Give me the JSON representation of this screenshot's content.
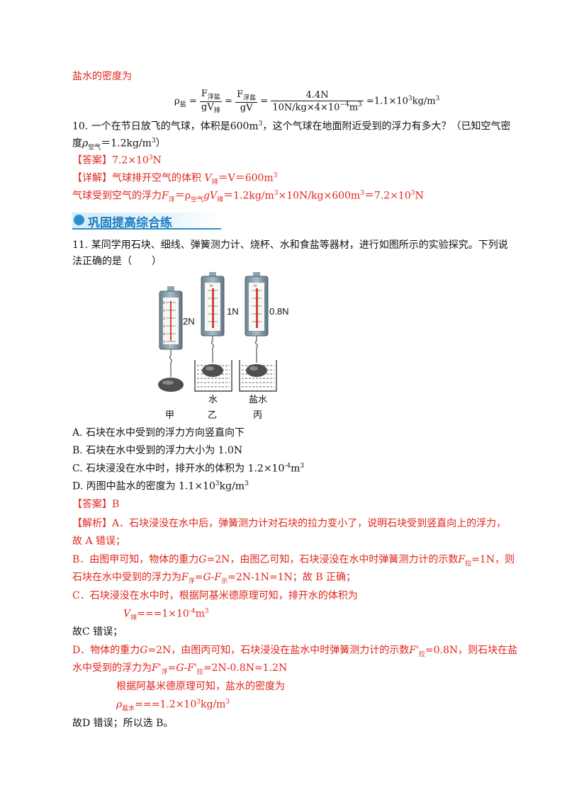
{
  "top": {
    "density_label": "盐水的密度为",
    "formula_rho": "ρ",
    "formula_rho_sub": "盐",
    "f1_num": "F",
    "f1_num_sub": "浮盐",
    "f1_den": "gV",
    "f1_den_sub": "排",
    "f2_num": "F",
    "f2_num_sub": "浮盐",
    "f2_den": "gV",
    "f3_num": "4.4N",
    "f3_den": "10N/kg×4×10",
    "f3_den_exp": "−4",
    "f3_den_unit": "m",
    "f3_den_unit_exp": "3",
    "result": "=1.1×10",
    "result_exp": "3",
    "result_unit": "kg/m",
    "result_unit_exp": "3"
  },
  "q10": {
    "line1": "10. 一个在节日放飞的气球，体积是600m",
    "line1_exp": "3",
    "line1_tail": "，这个气球在地面附近受到的浮力有多大？（已知空气密",
    "line2_a": "度",
    "line2_rho": "ρ",
    "line2_sub": "空气",
    "line2_b": "＝1.2kg/m",
    "line2_exp": "3",
    "line2_c": "）",
    "answer_tag": "【答案】",
    "answer_val": "7.2×10",
    "answer_exp": "3",
    "answer_unit": "N",
    "detail_tag": "【详解】",
    "detail_text": "气球排开空气的体积",
    "detail_v": "V",
    "detail_vsub": "排",
    "detail_tail": "＝V＝600m",
    "detail_exp": "3",
    "calc_a": "气球受到空气的浮力",
    "calc_f": "F",
    "calc_fsub": "浮",
    "calc_b": "＝ρ",
    "calc_bsub": "空气",
    "calc_c": "gV",
    "calc_csub": "排",
    "calc_d": "＝1.2kg/m",
    "calc_d_exp": "3",
    "calc_e": "×10N/kg×600m",
    "calc_e_exp": "3",
    "calc_f2": "＝7.2×10",
    "calc_f2_exp": "3",
    "calc_g": "N"
  },
  "section": {
    "title": "巩固提高综合练"
  },
  "q11": {
    "stem1": "11. 某同学用石块、细线、弹簧测力计、烧杯、水和食盐等器材，进行如图所示的实验探究。下列说",
    "stem2": "法正确的是（　　）",
    "figure": {
      "readings": [
        "2N",
        "1N",
        "0.8N"
      ],
      "liquids": [
        "水",
        "盐水"
      ],
      "captions": [
        "甲",
        "乙",
        "丙"
      ],
      "scale_unit": "N",
      "scale_ticks": [
        "0",
        "1",
        "2",
        "3",
        "4",
        "5"
      ]
    },
    "optA": "A. 石块在水中受到的浮力方向竖直向下",
    "optB": "B. 石块在水中受到的浮力大小为 1.0N",
    "optC_a": "C. 石块浸没在水中时，排开水的体积为 1.2×10",
    "optC_exp": "-4",
    "optC_b": "m",
    "optC_exp2": "3",
    "optD_a": "D. 丙图中盐水的密度为 1.1×10",
    "optD_exp": "3",
    "optD_b": "kg/m",
    "optD_exp2": "3",
    "answer_tag": "【答案】",
    "answer_val": "B",
    "analysis_tag": "【解析】",
    "aA1": "A．石块浸没在水中后，弹簧测力计对石块的拉力变小了，说明石块受到竖直向上的浮力，",
    "aA2": "故 A 错误；",
    "aB1_a": "B．由图甲可知，物体的重力",
    "aB1_g": "G",
    "aB1_b": "=2N，由图乙可知，石块浸没在水中时弹簧测力计的示数",
    "aB1_f": "F",
    "aB1_fsub": "拉",
    "aB1_c": "=1N，则",
    "aB2_a": "石块在水中受到的浮力为",
    "aB2_f": "F",
    "aB2_fsub": "浮",
    "aB2_b": "=",
    "aB2_g": "G",
    "aB2_c": "-",
    "aB2_f2": "F",
    "aB2_f2sub": "示",
    "aB2_d": "=2N-1N=1N；故 B 正确；",
    "aC1": "C．石块浸没在水中时，根据阿基米德原理可知，排开水的体积为",
    "aC2_v": "V",
    "aC2_vsub": "排",
    "aC2_b": "===1×10",
    "aC2_exp": "-4",
    "aC2_c": "m",
    "aC2_exp2": "3",
    "aC3": "故C 错误；",
    "aD1_a": "D．物体的重力",
    "aD1_g": "G",
    "aD1_b": "=2N，由图丙可知，石块浸没在盐水中时弹簧测力计的示数",
    "aD1_f": "F'",
    "aD1_fsub": "拉",
    "aD1_c": "=0.8N，则石块在盐",
    "aD2_a": "水中受到的浮力为",
    "aD2_f": "F'",
    "aD2_fsub": "浮",
    "aD2_b": "=",
    "aD2_g": "G",
    "aD2_c": "-",
    "aD2_f2": "F'",
    "aD2_f2sub": "拉",
    "aD2_d": "=2N-0.8N=1.2N",
    "aD3": "根据阿基米德原理可知，盐水的密度为",
    "aD4_rho": "ρ",
    "aD4_sub": "盐水",
    "aD4_b": "===1.2×10",
    "aD4_exp": "3",
    "aD4_c": "kg/m",
    "aD4_exp2": "3",
    "aD5": "故D 错误；所以选 B。"
  }
}
